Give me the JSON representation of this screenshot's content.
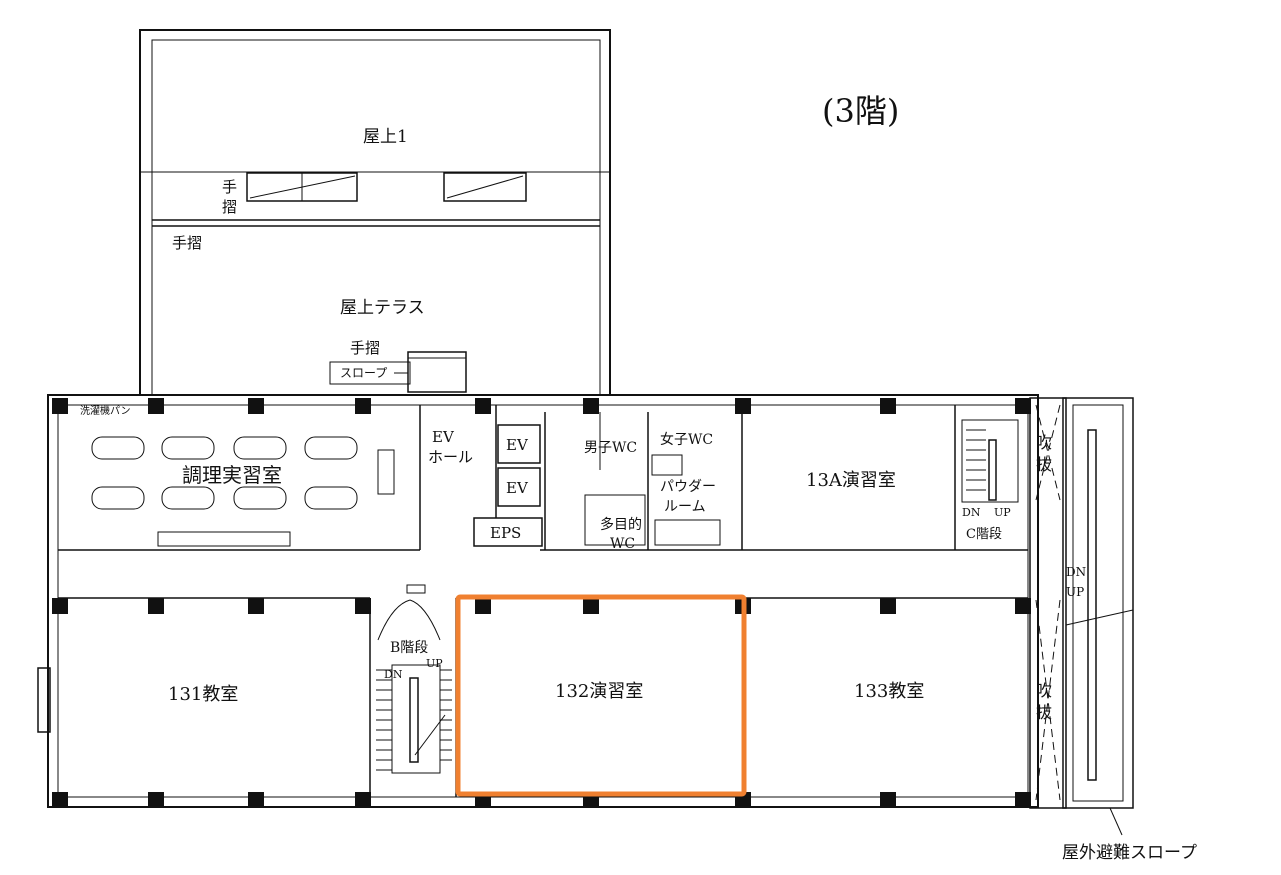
{
  "floor_title": "(3階)",
  "rooms": {
    "roof1": "屋上1",
    "roof_terrace": "屋上テラス",
    "cooking_room": "調理実習室",
    "washer_pan": "洗濯機パン",
    "ev_hall_1": "EV",
    "ev_hall_2": "ホール",
    "ev_1": "EV",
    "ev_2": "EV",
    "eps": "EPS",
    "mens_wc": "男子WC",
    "womens_wc": "女子WC",
    "powder_1": "パウダー",
    "powder_2": "ルーム",
    "multi_wc_1": "多目的",
    "multi_wc_2": "WC",
    "r13a": "13A演習室",
    "r131": "131教室",
    "r132": "132演習室",
    "r133": "133教室"
  },
  "labels": {
    "handrail_v1": "手",
    "handrail_v2": "摺",
    "handrail_2": "手摺",
    "handrail_3": "手摺",
    "slope": "スロープ",
    "stair_b": "B階段",
    "stair_c": "C階段",
    "dn": "DN",
    "up": "UP",
    "void_1": "吹",
    "void_2": "抜",
    "outdoor_slope": "屋外避難スロープ"
  },
  "highlight": {
    "room": "132演習室",
    "color": "#f08030"
  }
}
